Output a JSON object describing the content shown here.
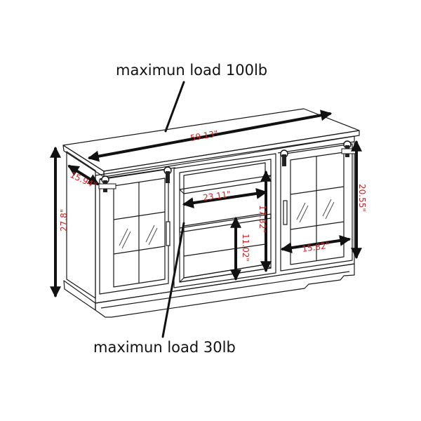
{
  "callouts": {
    "top": "maximun load 100lb",
    "bottom": "maximun load 30lb"
  },
  "dimensions": {
    "width": "59.13\"",
    "depth": "15.94\"",
    "overall_height": "27.8\"",
    "side_cabinet_height": "20.55\"",
    "center_opening_width": "23.11\"",
    "center_opening_height": "17.32\"",
    "center_lower_height": "11.02\"",
    "side_cabinet_width": "15.82\""
  },
  "colors": {
    "dimension_text": "#d81e1e",
    "line": "#1a1a1a",
    "background": "#ffffff"
  }
}
